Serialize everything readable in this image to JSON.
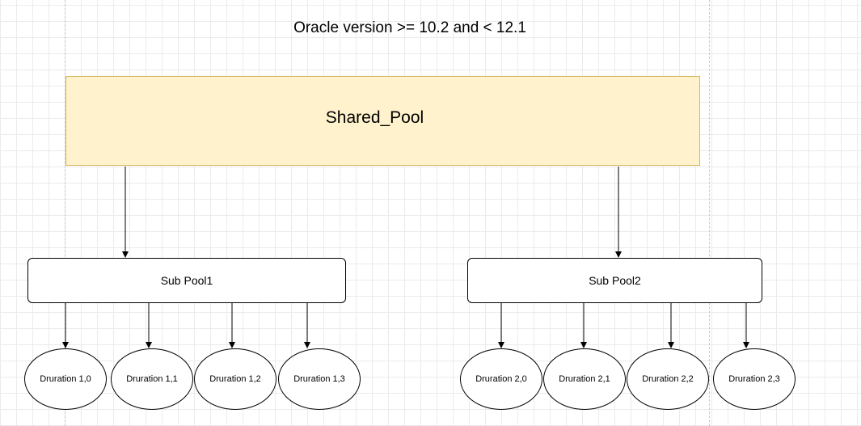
{
  "title": "Oracle version >= 10.2 and < 12.1",
  "shared_pool": {
    "label": "Shared_Pool"
  },
  "sub_pools": [
    {
      "label": "Sub Pool1",
      "durations": [
        "Druration 1,0",
        "Druration 1,1",
        "Druration 1,2",
        "Druration 1,3"
      ]
    },
    {
      "label": "Sub Pool2",
      "durations": [
        "Druration 2,0",
        "Druration 2,1",
        "Druration 2,2",
        "Druration 2,3"
      ]
    }
  ],
  "colors": {
    "shared_pool_fill": "#fff2cc",
    "shared_pool_stroke": "#d6b656",
    "node_stroke": "#000000",
    "grid": "#ebebeb"
  }
}
